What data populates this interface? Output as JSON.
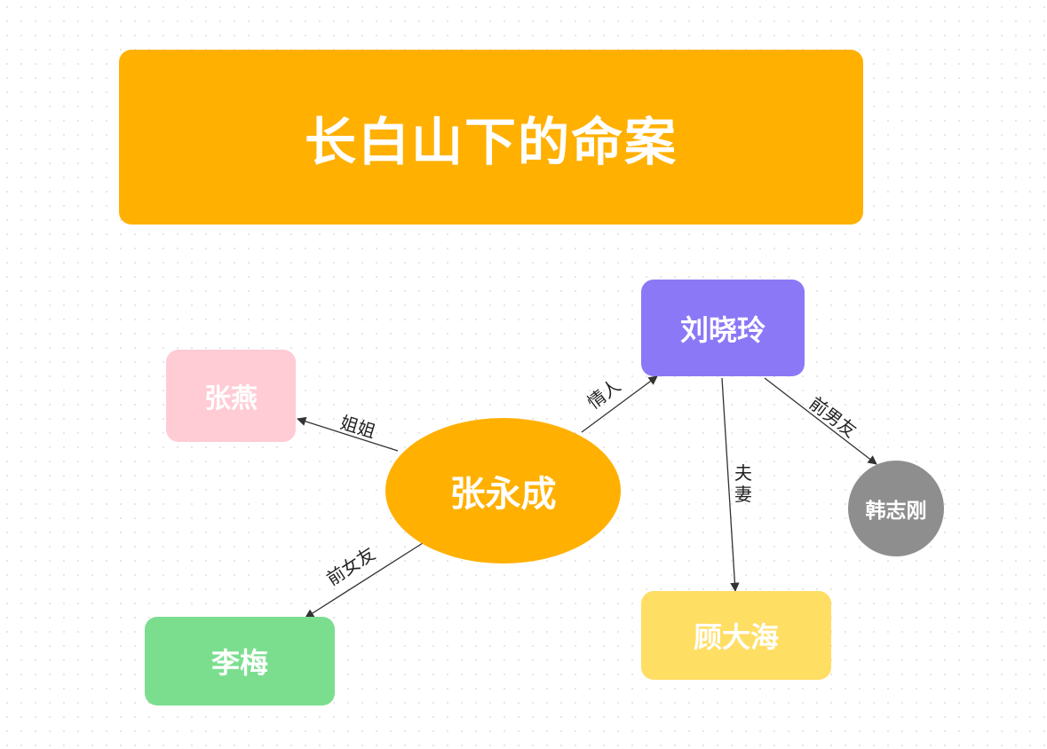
{
  "title": "长白山下的命案",
  "colors": {
    "title_bg": "#FFB000",
    "center": "#FFB000",
    "zhangyan": "#FFCCD5",
    "liuxiaoling": "#8B78F6",
    "hanzhigang": "#8E8E8E",
    "gudahai": "#FFDE64",
    "limei": "#7BDE8F",
    "edge": "#333333"
  },
  "nodes": {
    "zhangyongcheng": "张永成",
    "zhangyan": "张燕",
    "liuxiaoling": "刘晓玲",
    "hanzhigang": "韩志刚",
    "gudahai": "顾大海",
    "limei": "李梅"
  },
  "edges": {
    "to_zhangyan": "姐姐",
    "to_limei": "前女友",
    "to_liuxiaoling": "情人",
    "to_gudahai_line1": "夫",
    "to_gudahai_line2": "妻",
    "to_hanzhigang": "前男友"
  }
}
